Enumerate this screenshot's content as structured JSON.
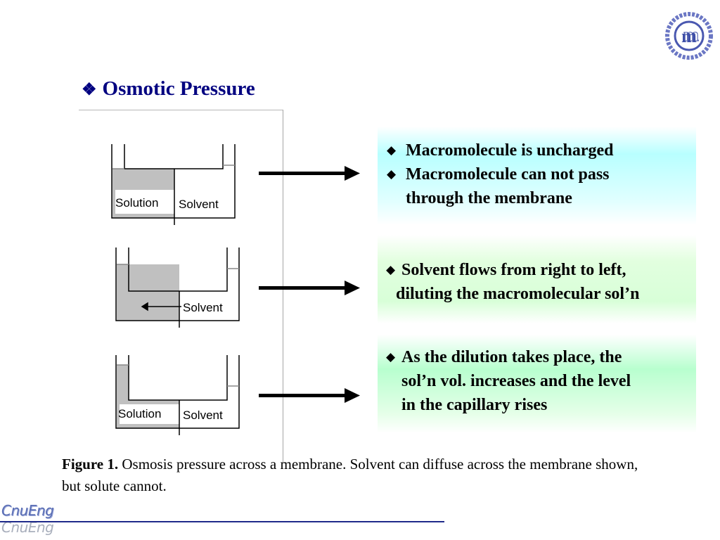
{
  "title": {
    "bullet": "❖",
    "text": "Osmotic Pressure"
  },
  "diagrams": [
    {
      "left_label": "Solution",
      "right_label": "Solvent"
    },
    {
      "left_label": "",
      "right_label": "Solvent"
    },
    {
      "left_label": "Solution",
      "right_label": "Solvent"
    }
  ],
  "panels": [
    {
      "items": [
        "Macromolecule is uncharged",
        "Macromolecule can not pass",
        "through the membrane"
      ]
    },
    {
      "items": [
        "Solvent flows from right to left,",
        "diluting the macromolecular sol’n"
      ]
    },
    {
      "items": [
        "As the dilution takes place, the",
        "sol’n vol. increases and the level",
        "in the capillary rises"
      ]
    }
  ],
  "caption": {
    "label": "Figure 1.",
    "text": " Osmosis pressure across a membrane. Solvent can diffuse across the membrane shown, but solute cannot."
  },
  "logo": {
    "letters": "m",
    "color": "#3f4fa8"
  },
  "wordmark": {
    "text": "CnuEng"
  },
  "colors": {
    "title": "#000080",
    "panel1": "#b8ffff",
    "panel2": "#d8ffd8",
    "panel3": "#b8ffcf"
  }
}
